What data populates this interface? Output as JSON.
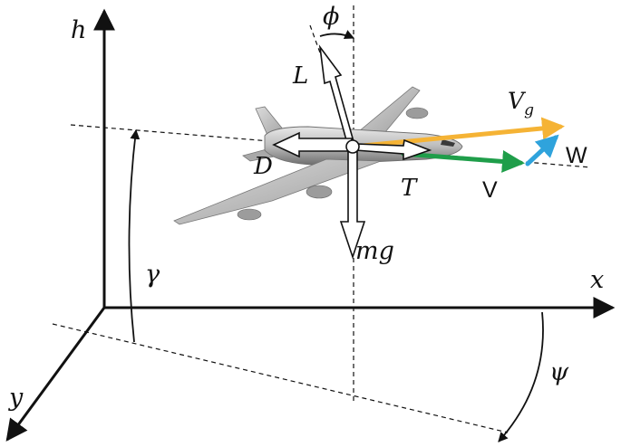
{
  "axes": {
    "x": "x",
    "y": "y",
    "h": "h"
  },
  "forces": {
    "lift": "L",
    "drag": "D",
    "thrust": "T",
    "weight": "mg"
  },
  "velocities": {
    "ground": "V",
    "ground_sub": "g",
    "air": "V",
    "wind": "W"
  },
  "angles": {
    "bank": "ϕ",
    "flight_path": "γ",
    "heading": "ψ"
  },
  "colors": {
    "ground_velocity": "#f5b335",
    "air_velocity": "#1f9e4a",
    "wind": "#2fa3dc",
    "line": "#111111"
  }
}
